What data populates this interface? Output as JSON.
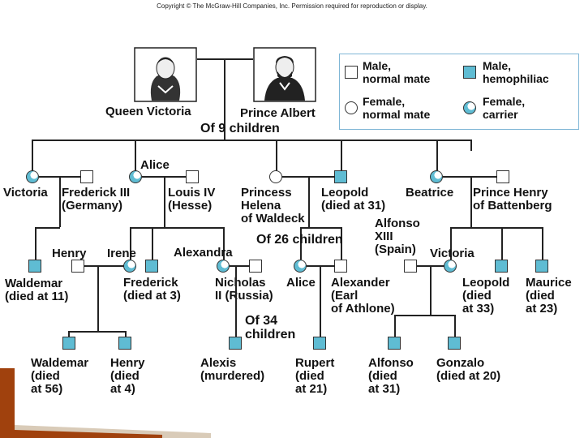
{
  "copyright": "Copyright © The McGraw-Hill Companies, Inc. Permission required for reproduction or display.",
  "legend": {
    "male_normal": "Male,\nnormal mate",
    "male_hemophiliac": "Male,\nhemophiliac",
    "female_normal": "Female,\nnormal mate",
    "female_carrier": "Female,\ncarrier"
  },
  "colors": {
    "hemophiliac": "#5fbcd3",
    "line": "#222222",
    "legend_border": "#7fb6d6"
  },
  "gen1": {
    "queen_victoria": "Queen Victoria",
    "prince_albert": "Prince Albert",
    "children_note": "Of  9  children"
  },
  "gen2": {
    "victoria": "Victoria",
    "frederick_iii": "Frederick III\n(Germany)",
    "alice": "Alice",
    "louis_iv": "Louis IV\n(Hesse)",
    "princess_helena": "Princess\nHelena\nof Waldeck",
    "leopold": "Leopold\n(died at 31)",
    "beatrice": "Beatrice",
    "prince_henry": "Prince Henry\nof Battenberg"
  },
  "gen3": {
    "henry": "Henry",
    "irene": "Irene",
    "alexandra": "Alexandra",
    "of26": "Of 26  children",
    "alfonso_xiii": "Alfonso\nXIII\n(Spain)",
    "victoria": "Victoria",
    "waldemar": "Waldemar\n(died at 11)",
    "frederick": "Frederick\n(died at 3)",
    "nicholas": "Nicholas\nII (Russia)",
    "alice": "Alice",
    "alexander": "Alexander\n(Earl\nof Athlone)",
    "leopold": "Leopold\n(died\nat 33)",
    "maurice": "Maurice\n(died\nat 23)"
  },
  "gen4": {
    "of34": "Of 34\nchildren",
    "waldemar": "Waldemar\n(died\nat 56)",
    "henry": "Henry\n(died\nat 4)",
    "alexis": "Alexis\n(murdered)",
    "rupert": "Rupert\n(died\nat 21)",
    "alfonso": "Alfonso\n(died\nat 31)",
    "gonzalo": "Gonzalo\n(died at 20)"
  }
}
